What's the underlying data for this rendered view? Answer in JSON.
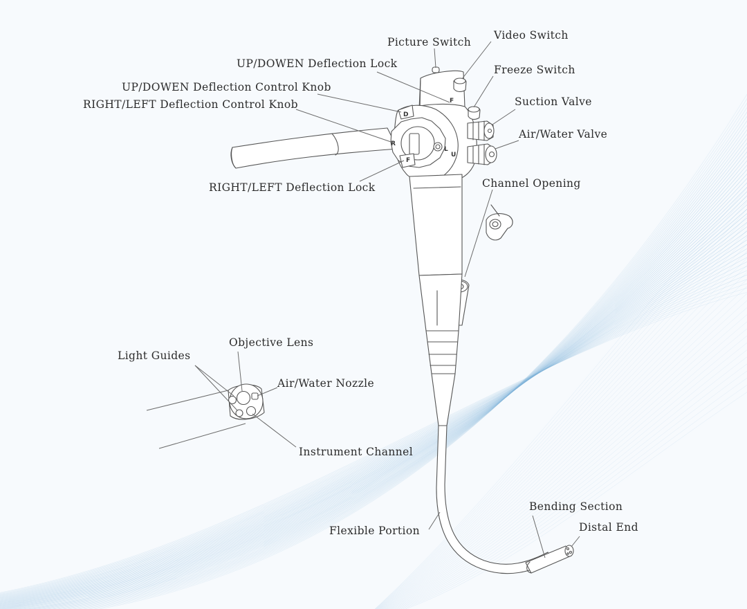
{
  "labels": {
    "picture_switch": "Picture Switch",
    "video_switch": "Video Switch",
    "updown_lock": "UP/DOWEN Deflection Lock",
    "freeze_switch": "Freeze Switch",
    "updown_knob": "UP/DOWEN Deflection Control Knob",
    "suction_valve": "Suction Valve",
    "rightleft_knob": "RIGHT/LEFT Deflection Control Knob",
    "air_water_valve": "Air/Water Valve",
    "rightleft_lock": "RIGHT/LEFT Deflection Lock",
    "channel_opening": "Channel Opening",
    "objective_lens": "Objective Lens",
    "light_guides": "Light Guides",
    "air_water_nozzle": "Air/Water Nozzle",
    "instrument_channel": "Instrument Channel",
    "bending_section": "Bending Section",
    "distal_end": "Distal End",
    "flexible_portion": "Flexible Portion"
  },
  "knob_marks": {
    "up": "U",
    "down": "D",
    "right": "R",
    "left": "L",
    "free_a": "F",
    "free_b": "F"
  },
  "colors": {
    "background": "#f7fafd",
    "wave": "#7fb3d9",
    "line": "#555555",
    "text": "#2b2b2b"
  }
}
